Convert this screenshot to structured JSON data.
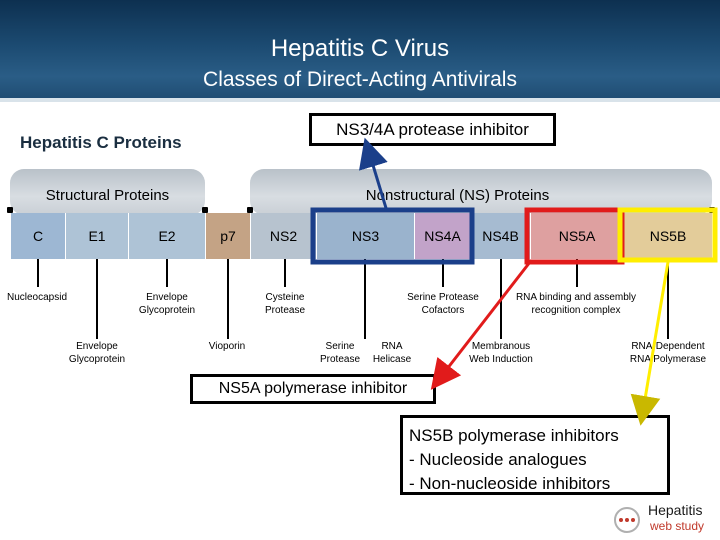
{
  "header": {
    "title": "Hepatitis C Virus",
    "subtitle": "Classes of Direct-Acting Antivirals"
  },
  "section_title": "Hepatitis C Proteins",
  "categories": {
    "structural": "Structural Proteins",
    "nonstructural": "Nonstructural (NS) Proteins"
  },
  "segments": [
    {
      "label": "C",
      "color": "#9db7d3"
    },
    {
      "label": "E1",
      "color": "#aec3d6"
    },
    {
      "label": "E2",
      "color": "#aec3d6"
    },
    {
      "label": "p7",
      "color": "#c4a385"
    },
    {
      "label": "NS2",
      "color": "#b7c3cf"
    },
    {
      "label": "NS3",
      "color": "#9ab3cd"
    },
    {
      "label": "NS4A",
      "color": "#c2a3c9"
    },
    {
      "label": "NS4B",
      "color": "#a6bbd1"
    },
    {
      "label": "NS5A",
      "color": "#dea0a0"
    },
    {
      "label": "NS5B",
      "color": "#e3cc9a"
    }
  ],
  "descriptions": {
    "nucleocapsid": "Nucleocapsid",
    "envelope_glyco_e2": [
      "Envelope",
      "Glycoprotein"
    ],
    "envelope_glyco_e1": [
      "Envelope",
      "Glycoprotein"
    ],
    "viroporin": "Vioporin",
    "cysteine_protease": [
      "Cysteine",
      "Protease"
    ],
    "serine_protease_cofactors": [
      "Serine Protease",
      "Cofactors"
    ],
    "serine_protease": [
      "Serine",
      "Protease"
    ],
    "rna_helicase": [
      "RNA",
      "Helicase"
    ],
    "membranous_web": [
      "Membranous",
      "Web Induction"
    ],
    "rna_binding": [
      "RNA binding and assembly",
      "recognition complex"
    ],
    "rna_polymerase": [
      "RNA-Dependent",
      "RNA Polymerase"
    ]
  },
  "callouts": {
    "ns34a": "NS3/4A protease inhibitor",
    "ns5a": "NS5A polymerase inhibitor",
    "ns5b_title": "NS5B polymerase inhibitors",
    "ns5b_items": [
      "-  Nucleoside analogues",
      "-  Non-nucleoside inhibitors"
    ]
  },
  "highlight_colors": {
    "ns3": "#1b3f8a",
    "ns5a": "#e11b1b",
    "ns5b": "#ffee00"
  },
  "logo": {
    "name": "Hepatitis",
    "sub": "web study"
  }
}
